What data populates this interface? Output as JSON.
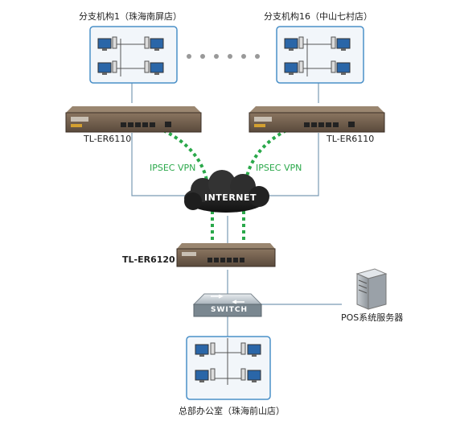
{
  "branch_left": {
    "title": "分支机构1（珠海南屏店）",
    "router_model": "TL-ER6110",
    "vpn_label": "IPSEC VPN"
  },
  "branch_right": {
    "title": "分支机构16（中山七村店）",
    "router_model": "TL-ER6110",
    "vpn_label": "IPSEC VPN"
  },
  "internet": {
    "label": "INTERNET"
  },
  "hq_router": {
    "model": "TL-ER6120"
  },
  "switch": {
    "label": "SWITCH"
  },
  "server": {
    "label": "POS系统服务器"
  },
  "hq": {
    "title": "总部办公室（珠海前山店）"
  },
  "colors": {
    "vpn_line": "#2aa84a",
    "panel_border": "#4a90c8",
    "cable": "#7a9bb5"
  }
}
